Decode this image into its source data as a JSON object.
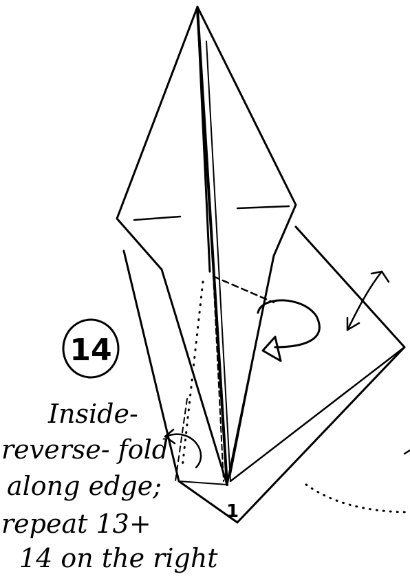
{
  "step": {
    "number": "14"
  },
  "instruction": {
    "lines": [
      "Inside-",
      "reverse- fold",
      "along edge;",
      "repeat 13+",
      "14 on the right"
    ]
  },
  "marks": {
    "point_label": "1"
  },
  "colors": {
    "ink": "#000000",
    "paper": "#ffffff"
  }
}
